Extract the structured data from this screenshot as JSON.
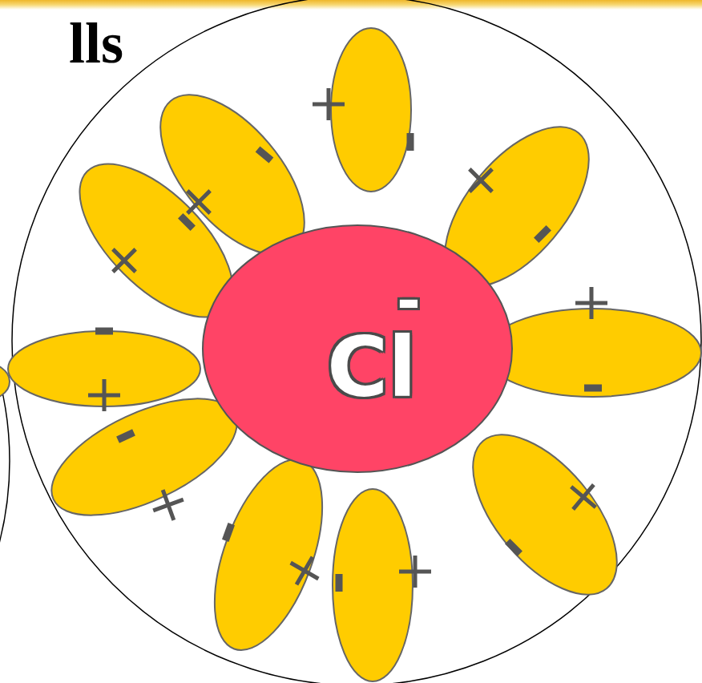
{
  "diagram": {
    "title": "lls",
    "nodes": [
      {
        "text": [
          "Cl",
          "-"
        ]
      }
    ]
  }
}
